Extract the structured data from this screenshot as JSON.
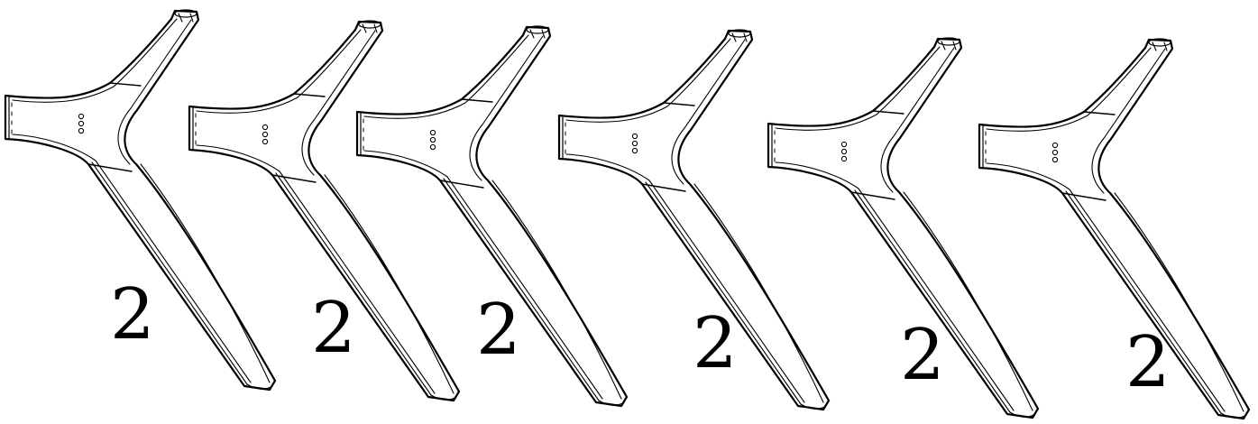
{
  "diagram": {
    "line_color": "#000000",
    "background_color": "#ffffff",
    "stands": [
      {
        "label": "2"
      },
      {
        "label": "2"
      },
      {
        "label": "2"
      },
      {
        "label": "2"
      },
      {
        "label": "2"
      },
      {
        "label": "2"
      }
    ]
  }
}
